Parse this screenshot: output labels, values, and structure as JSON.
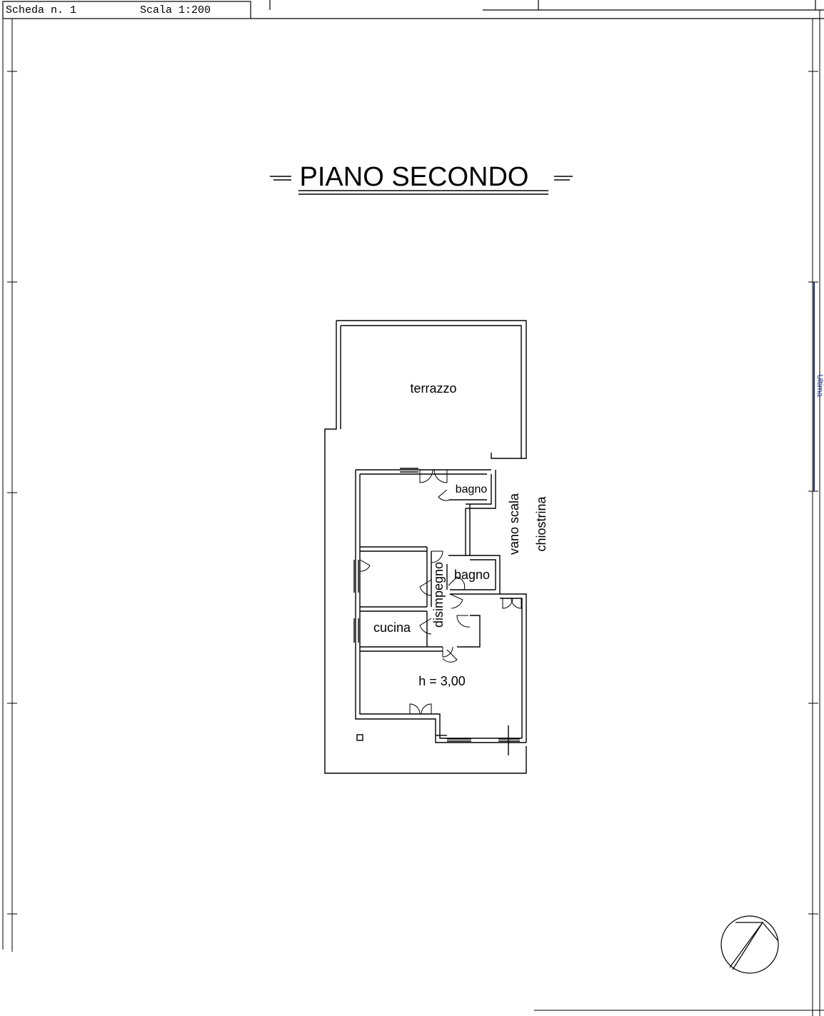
{
  "header": {
    "sheet_label": "Scheda n. 1",
    "scale_label": "Scala 1:200"
  },
  "plan": {
    "title": "PIANO SECONDO",
    "rooms": {
      "terrace": "terrazzo",
      "bath_top": "bagno",
      "bath_mid": "bagno",
      "stairwell": "vano scala",
      "light_well": "chiostrina",
      "hallway": "disimpegno",
      "kitchen": "cucina",
      "height_note": "h = 3,00"
    }
  },
  "margin_note": {
    "text": "Ultima"
  },
  "colors": {
    "line": "#000000",
    "margin_blue": "#1a2a8a"
  }
}
